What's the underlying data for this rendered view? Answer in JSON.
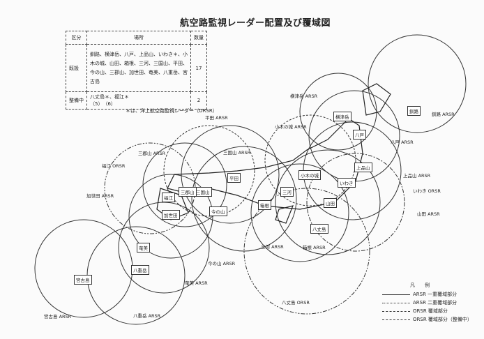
{
  "title": "航空路監視レーダー配置及び覆域図",
  "table": {
    "headers": [
      "区分",
      "場所",
      "数量"
    ],
    "rows": [
      {
        "category": "既設",
        "places": "釧路、横津岳、八戸、上品山、いわき＊、小木の城、山田、箱根、三河、三国山、平田、今の山、三郡山、加世田、奄美、八重岳、宮古島",
        "count": "17"
      },
      {
        "category": "整備中",
        "places": "八丈島＊、福江＊",
        "sub": "（5）　（6）",
        "count": "2"
      }
    ],
    "note": "＊は、洋上航空路監視レーダー（ORSR）"
  },
  "map_labels": [
    "横津岳 ARSR",
    "釧路 ARSR",
    "八戸 ARSR",
    "小木の城 ARSR",
    "平田 ARSR",
    "三国山 ARSR",
    "上品山 ARSR",
    "いわき ORSR",
    "山田 ARSR",
    "三郡山 ARSR",
    "福江 ORSR",
    "加世田 ARSR",
    "三河 ARSR",
    "箱根 ARSR",
    "今の山 ARSR",
    "奄美 ARSR",
    "八丈島 ORSR",
    "宮古島 ARSR",
    "八重岳 ARSR"
  ],
  "site_boxes": [
    "横津岳",
    "釧路",
    "八戸",
    "上品山",
    "小木の城",
    "いわき",
    "山田",
    "八丈島",
    "平田",
    "三国山",
    "三河",
    "箱根",
    "三郡山",
    "福江",
    "今の山",
    "加世田",
    "奄美",
    "八重岳",
    "宮古島"
  ],
  "legend": {
    "title": "凡　　例",
    "items": [
      "ARSR 一重覆域部分",
      "ARSR 二重覆域部分",
      "ORSR 覆域部分",
      "ORSR 覆域部分（整備中）"
    ]
  }
}
